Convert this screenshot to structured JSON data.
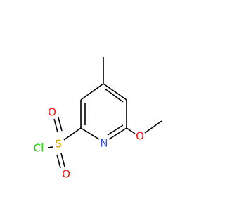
{
  "molecule": {
    "atoms": {
      "n": {
        "label": "N",
        "color": "#3050F8"
      },
      "o_methoxy": {
        "label": "O",
        "color": "#FF0D0D"
      },
      "s": {
        "label": "S",
        "color": "#C8A000"
      },
      "o_sulfonyl_top": {
        "label": "O",
        "color": "#FF0D0D"
      },
      "o_sulfonyl_bottom": {
        "label": "O",
        "color": "#FF0D0D"
      },
      "cl": {
        "label": "Cl",
        "color": "#1FD000"
      }
    }
  }
}
